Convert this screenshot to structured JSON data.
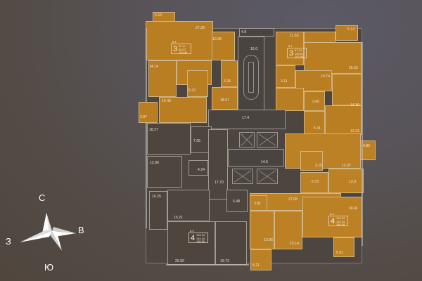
{
  "floorplan": {
    "colors": {
      "available_unit": "#b97d22",
      "unavailable_area": "#4e453f",
      "background_top": "#5b5a66",
      "background_bottom": "#4f463e",
      "wall_lines": "#d8d8d0"
    },
    "apartments": [
      {
        "id": "apt-8-4",
        "number": "8.4",
        "rooms": "3",
        "areas": [
          "94.47",
          "98.97",
          "103.46"
        ],
        "highlighted": true
      },
      {
        "id": "apt-8-1",
        "number": "8.1",
        "rooms": "3",
        "areas": [
          "97.44",
          "100.01",
          "102.58"
        ],
        "highlighted": true
      },
      {
        "id": "apt-8-3",
        "number": "8.3",
        "rooms": "4",
        "areas": [
          "126.13",
          "131.34",
          "136.56"
        ],
        "highlighted": false
      },
      {
        "id": "apt-8-2",
        "number": "8.2",
        "rooms": "4",
        "areas": [
          "124.43",
          "132.24",
          "140.05"
        ],
        "highlighted": true
      }
    ],
    "room_areas": {
      "balcony_nw": "5.12",
      "living_nw": "27.28",
      "room_10_08": "10.08",
      "vest_4_8": "4.8",
      "stair_16_0": "16.0",
      "room_11_63": "11.63",
      "balcony_ne": "5.14",
      "room_14_14": "14.14",
      "bath_3_25": "3.25",
      "bath_3_11": "3.11",
      "room_19_74": "19.74",
      "room_26_62": "26.62",
      "bath_5_22": "5.22",
      "room_16_43": "16.43",
      "room_18_07": "18.07",
      "bath_3_60": "3.60",
      "room_14_30": "14.30",
      "balcony_w": "3.87",
      "corridor_17_4": "17.4",
      "bath_5_31": "5.31",
      "room_13_33": "13.33",
      "room_18_27": "18.27",
      "bath_7_05": "7.05",
      "balcony_e": "4.80",
      "room_12_96": "12.96",
      "bath_4_24": "4.24",
      "lobby_14_5": "14.5",
      "bath_3_15": "3.15",
      "room_12_07": "12.07",
      "hall_17_70": "17.70",
      "bath_5_73": "5.73",
      "room_13_3": "13.3",
      "room_10_25": "10.25",
      "bath_5_48": "5.48",
      "bath_3_91": "3.91",
      "hall_27_66": "27.66",
      "room_15_21": "15.21",
      "room_30_41": "30.41",
      "room_13_06": "13.06",
      "room_15_14": "15.14",
      "room_25_50": "25.50",
      "room_19_72": "19.72",
      "balcony_se": "5.61",
      "balcony_s": "5.21"
    }
  },
  "compass": {
    "north": "С",
    "east": "В",
    "west": "З",
    "south": "Ю"
  }
}
